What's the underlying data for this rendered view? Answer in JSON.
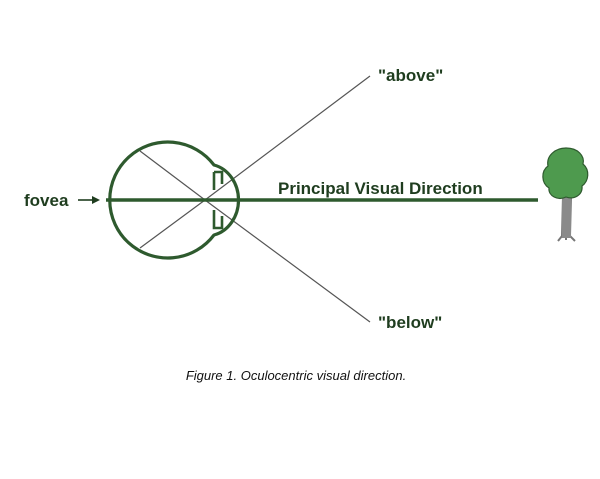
{
  "labels": {
    "above": "\"above\"",
    "below": "\"below\"",
    "fovea": "fovea",
    "principal": "Principal Visual Direction"
  },
  "caption": "Figure 1. Oculocentric visual direction.",
  "colors": {
    "eye_outline": "#2e5a2e",
    "thin_lines": "#555555",
    "label_text": "#1f3d1f",
    "tree_foliage": "#4e9a4e",
    "tree_trunk": "#777777"
  }
}
